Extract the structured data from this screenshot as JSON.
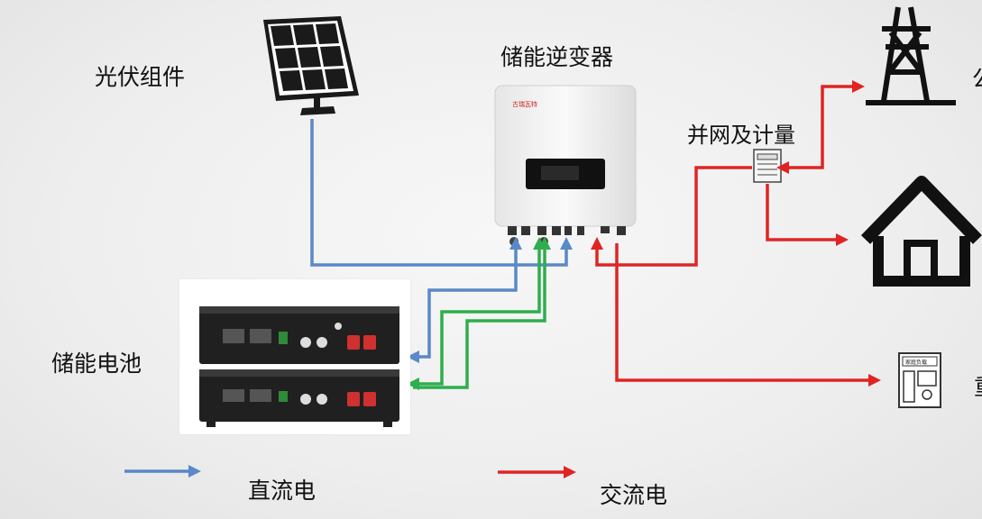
{
  "labels": {
    "pv_module": "光伏组件",
    "inverter": "储能逆变器",
    "grid_meter": "并网及计量",
    "battery": "储能电池",
    "grid_partial": "公",
    "appliance_partial": "重",
    "inverter_brand": "古瑞瓦特",
    "panel_label": "家庭负载"
  },
  "legend": {
    "dc": "直流电",
    "ac": "交流电"
  },
  "colors": {
    "dc_line": "#5a88c8",
    "dc_battery_line": "#2eae4c",
    "ac_line": "#e02424"
  }
}
